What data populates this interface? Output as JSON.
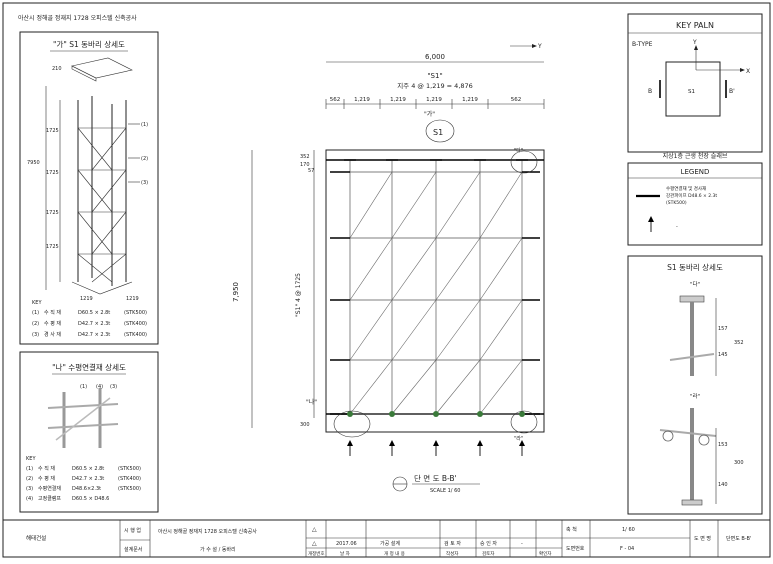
{
  "project_title": "아산시 정해골 정재지 1728 오피스텔 신축공사",
  "panel_ga": {
    "title": "\"가\" S1 동바리 상세도",
    "dims": {
      "top": "210",
      "total": "7950",
      "h1": "1725",
      "h2": "1725",
      "h3": "1725",
      "h4": "1725",
      "base1": "1219",
      "base2": "1219"
    },
    "callouts": [
      "(1)",
      "(2)",
      "(3)"
    ],
    "key_title": "KEY",
    "key": [
      {
        "no": "(1)",
        "name": "수 직 재",
        "spec": "D60.5 × 2.8t",
        "std": "(STK500)"
      },
      {
        "no": "(2)",
        "name": "수 평 재",
        "spec": "D42.7 × 2.3t",
        "std": "(STK400)"
      },
      {
        "no": "(3)",
        "name": "경 사 재",
        "spec": "D42.7 × 2.3t",
        "std": "(STK400)"
      }
    ]
  },
  "panel_na": {
    "title": "\"나\" 수평연결재 상세도",
    "callouts": [
      "(1)",
      "(4)",
      "(3)"
    ],
    "key_title": "KEY",
    "key": [
      {
        "no": "(1)",
        "name": "수 직 재",
        "spec": "D60.5 × 2.8t",
        "std": "(STK500)"
      },
      {
        "no": "(2)",
        "name": "수 평 재",
        "spec": "D42.7 × 2.3t",
        "std": "(STK400)"
      },
      {
        "no": "(3)",
        "name": "수평연결재",
        "spec": "D48.6×2.3t",
        "std": "(STK500)"
      },
      {
        "no": "(4)",
        "name": "고정클램프",
        "spec": "D60.5 × D48.6",
        "std": ""
      }
    ]
  },
  "main": {
    "axis_y": "Y",
    "overall_width": "6,000",
    "s1_label": "\"S1\"",
    "post_spacing": "지주 4 @ 1,219 = 4,876",
    "spans": [
      "562",
      "1,219",
      "1,219",
      "1,219",
      "1,219",
      "562"
    ],
    "left_dims": [
      "352",
      "170",
      "57"
    ],
    "vertical_total": "7,950",
    "vertical_spacing": "\"S1\" 4 @ 1725",
    "bottom_dim": "300",
    "marker_ga": "\"가\"",
    "marker_s1": "S1",
    "marker_na": "\"나\"",
    "marker_da": "\"다\"",
    "marker_ra": "\"라\"",
    "section_title": "단 면 도 B-B'",
    "section_scale": "SCALE 1/ 60"
  },
  "key_plan": {
    "title": "KEY PALN",
    "btype": "B-TYPE",
    "axis_x": "X",
    "axis_y": "Y",
    "b_left": "B",
    "b_right": "B'",
    "s1": "S1",
    "caption": "지상1층 근생 천장 슬래브"
  },
  "legend": {
    "title": "LEGEND",
    "items": [
      {
        "lines": [
          "수평연결재 및 경사재",
          "강관파이프 D48.6 × 2.3t",
          "(STK500)"
        ]
      },
      {
        "lines": [
          "-"
        ]
      }
    ]
  },
  "detail_s1": {
    "title": "S1 동바리 상세도",
    "da_label": "\"다\"",
    "da_dims": [
      "157",
      "145",
      "352"
    ],
    "ra_label": "\"라\"",
    "ra_dims": [
      "153",
      "300",
      "140"
    ]
  },
  "title_block": {
    "company": "해태건설",
    "role_label": "시 행 업",
    "role_value": "설계문서",
    "project": "아산시 정해골 정재지 1728 오피스텔 신축공사",
    "project_sub": "가 수 설 / 동바리",
    "rev_mark": "△",
    "date": "2017.06",
    "date_head": "날 자",
    "desc": "가공 설계",
    "desc_head": "개 정 내 용",
    "rev_head": "개정번호",
    "check1": "검 토 자",
    "check2": "승 인 자",
    "check1_head": "작성자",
    "check2_head": "검토자",
    "check3_head": "확인자",
    "dash": "-",
    "scale_label": "축 척",
    "scale_value": "1/ 60",
    "drawing_no_label": "도면번호",
    "drawing_no": "F - 04",
    "drawing_name_label": "도 면 명",
    "drawing_name": "단면도 B-B'"
  }
}
